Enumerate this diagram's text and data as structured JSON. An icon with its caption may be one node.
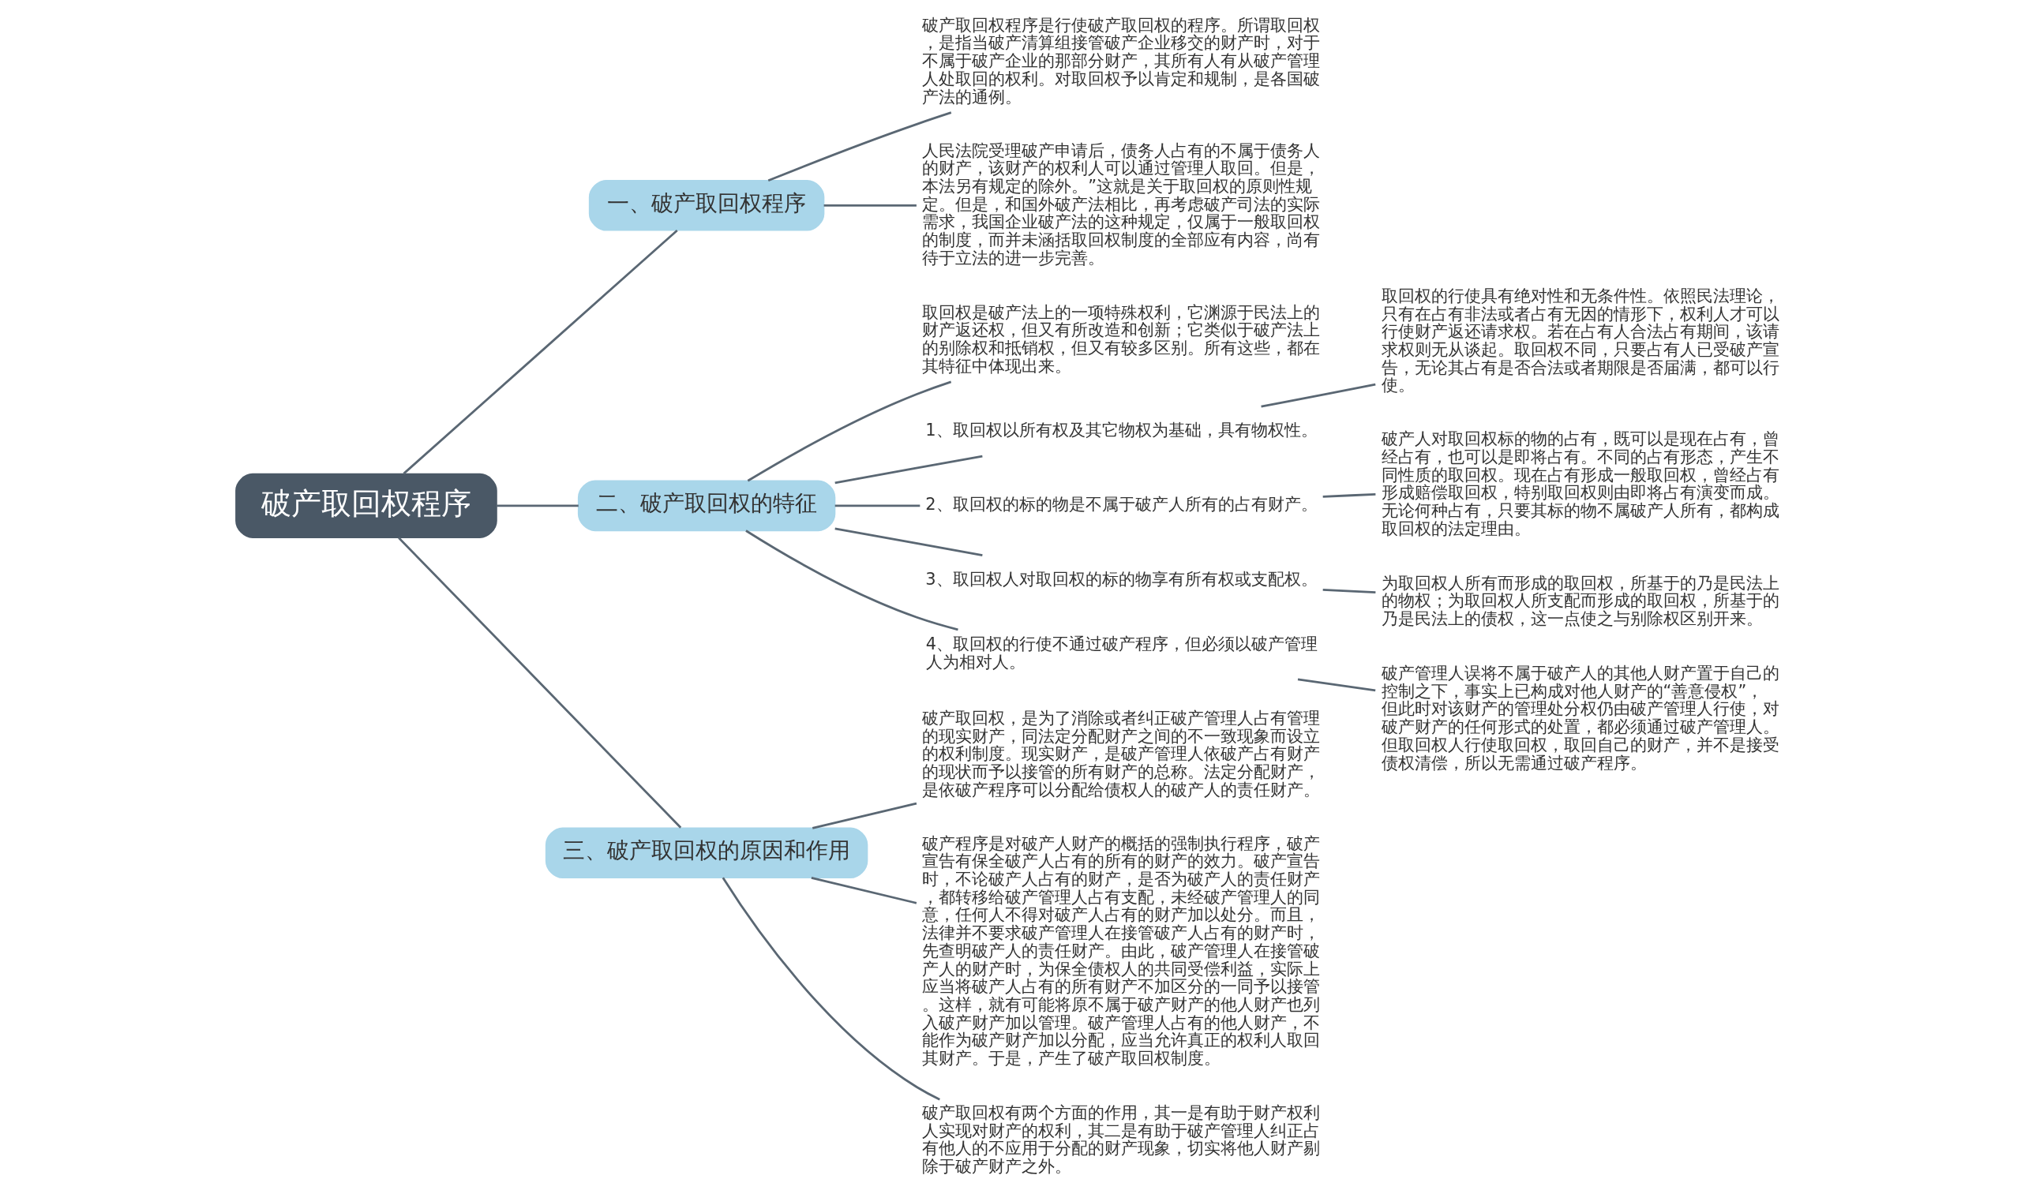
{
  "diagram": {
    "nodes": [
      {
        "text": [
          "破产取回权程序"
        ]
      },
      {
        "text": [
          "一、破产取回权程序"
        ]
      },
      {
        "text": [
          "破产取回权程序是行使破产取回权的程序。所谓取回权，是指当破产清算组接管破产企业移交的财产时，对于不属于破产企业的那部分财产，其所有人有从破产管理人处取回的权利。对取回权予以肯定和规制，是各国破产法的通例。"
        ]
      },
      {
        "text": [
          "人民法院受理破产申请后，债务人占有的不属于债务人的财产，该财产的权利人可以通过管理人取回。但是，本法另有规定的除外。”这就是关于取回权的原则性规定。但是，和国外破产法相比，再考虑破产司法的实际需求，我国企业破产法的这种规定，仅属于一般取回权的制度，而并未涵括取回权制度的全部应有内容，尚有待于立法的进一步完善。"
        ]
      },
      {
        "text": [
          "二、破产取回权的特征"
        ]
      },
      {
        "text": [
          "取回权是破产法上的一项特殊权利，它渊源于民法上的财产返还权，但又有所改造和创新；它类似于破产法上的别除权和抵销权，但又有较多区别。所有这些，都在其特征中体现出来。"
        ]
      },
      {
        "text": [
          "1、取回权以所有权及其它物权为基础，具有物权性。"
        ]
      },
      {
        "text": [
          "取回权的行使具有绝对性和无条件性。依照民法理论，只有在占有非法或者占有无因的情形下，权利人才可以行使财产返还请求权。若在占有人合法占有期间，该请求权则无从谈起。取回权不同，只要占有人已受破产宣告，无论其占有是否合法或者期限是否届满，都可以行使。"
        ]
      },
      {
        "text": [
          "2、取回权的标的物是不属于破产人所有的占有财产。"
        ]
      },
      {
        "text": [
          "破产人对取回权标的物的占有，既可以是现在占有，曾经占有，也可以是即将占有。不同的占有形态，产生不同性质的取回权。现在占有形成一般取回权，曾经占有形成赔偿取回权，特别取回权则由即将占有演变而成。无论何种占有，只要其标的物不属破产人所有，都构成取回权的法定理由。"
        ]
      },
      {
        "text": [
          "3、取回权人对取回权的标的物享有所有权或支配权。"
        ]
      },
      {
        "text": [
          "为取回权人所有而形成的取回权，所基于的乃是民法上的物权；为取回权人所支配而形成的取回权，所基于的乃是民法上的债权，这一点使之与别除权区别开来。"
        ]
      },
      {
        "text": [
          "4、取回权的行使不通过破产程序，但必须以破产管理人为相对人。"
        ]
      },
      {
        "text": [
          "破产管理人误将不属于破产人的其他人财产置于自己的控制之下，事实上已构成对他人财产的“善意侵权”，但此时对该财产的管理处分权仍由破产管理人行使，对破产财产的任何形式的处置，都必须通过破产管理人。但取回权人行使取回权，取回自己的财产，并不是接受债权清偿，所以无需通过破产程序。"
        ]
      },
      {
        "text": [
          "三、破产取回权的原因和作用"
        ]
      },
      {
        "text": [
          "破产取回权，是为了消除或者纠正破产管理人占有管理的现实财产，同法定分配财产之间的不一致现象而设立的权利制度。现实财产，是破产管理人依破产占有财产的现状而予以接管的所有财产的总称。法定分配财产，是依破产程序可以分配给债权人的破产人的责任财产。"
        ]
      },
      {
        "text": [
          "破产程序是对破产人财产的概括的强制执行程序，破产宣告有保全破产人占有的所有的财产的效力。破产宣告时，不论破产人占有的财产，是否为破产人的责任财产，都转移给破产管理人占有支配，未经破产管理人的同意，任何人不得对破产人占有的财产加以处分。而且，法律并不要求破产管理人在接管破产人占有的财产时，先查明破产人的责任财产。由此，破产管理人在接管破产人的财产时，为保全债权人的共同受偿利益，实际上应当将破产人占有的所有财产不加区分的一同予以接管。这样，就有可能将原不属于破产财产的他人财产也列入破产财产加以管理。破产管理人占有的他人财产，不能作为破产财产加以分配，应当允许真正的权利人取回其财产。于是，产生了破产取回权制度。"
        ]
      },
      {
        "text": [
          "破产取回权有两个方面的作用，其一是有助于财产权利人实现对财产的权利，其二是有助于破产管理人纠正占有他人的不应用于分配的财产现象，切实将他人财产剔除于破产财产之外。"
        ]
      }
    ],
    "edges": [
      {
        "from": 0,
        "to": 1,
        "arrow": "none"
      },
      {
        "from": 1,
        "to": 2,
        "arrow": "none"
      },
      {
        "from": 1,
        "to": 3,
        "arrow": "none"
      },
      {
        "from": 0,
        "to": 4,
        "arrow": "none"
      },
      {
        "from": 4,
        "to": 5,
        "arrow": "none"
      },
      {
        "from": 4,
        "to": 6,
        "arrow": "none"
      },
      {
        "from": 6,
        "to": 7,
        "arrow": "none"
      },
      {
        "from": 4,
        "to": 8,
        "arrow": "none"
      },
      {
        "from": 8,
        "to": 9,
        "arrow": "none"
      },
      {
        "from": 4,
        "to": 10,
        "arrow": "none"
      },
      {
        "from": 10,
        "to": 11,
        "arrow": "none"
      },
      {
        "from": 4,
        "to": 12,
        "arrow": "none"
      },
      {
        "from": 12,
        "to": 13,
        "arrow": "none"
      },
      {
        "from": 0,
        "to": 14,
        "arrow": "none"
      },
      {
        "from": 14,
        "to": 15,
        "arrow": "none"
      },
      {
        "from": 14,
        "to": 16,
        "arrow": "none"
      },
      {
        "from": 14,
        "to": 17,
        "arrow": "none"
      }
    ]
  }
}
